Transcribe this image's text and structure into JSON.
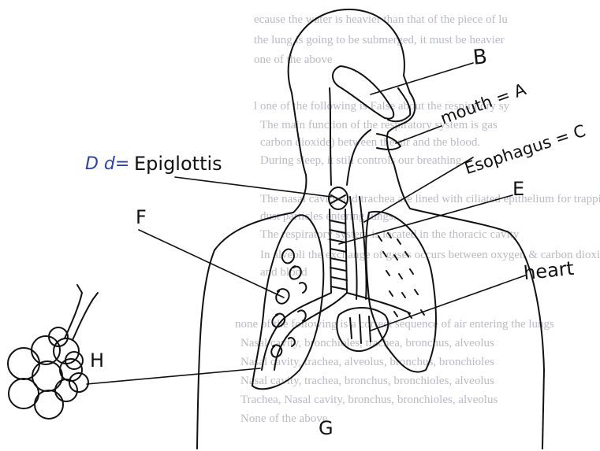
{
  "background_text": [
    "ecause the water is heavier than that of the piece of lu",
    "the lung is going to be submerged, it must be heavier",
    "one of the above",
    "l one of the following is False about the respiratory sy",
    "The main function of the respiratory system is gas",
    "carbon dioxide) between the air and the blood.",
    "During sleep, it still controls our breathing",
    "The nasal cavity and trachea are lined with ciliated epithelium for trapping",
    "dust particles entering lungs.",
    "The respiratory system is located in the thoracic cavity",
    "In alveoli the exchange of gases occurs between oxygen & carbon dioxide",
    "and blood",
    "none of the following is a correct sequence of air entering the lungs",
    "Nasal cavity, bronchioles, trachea, bronchus, alveolus",
    "Nasal cavity, trachea, alveolus, bronchus, bronchioles",
    "Nasal cavity, trachea, bronchus, bronchioles, alveolus",
    "Trachea, Nasal cavity, bronchus, bronchioles, alveolus",
    "None of the above"
  ],
  "labels": {
    "b": "B",
    "mouth": "mouth = A",
    "esophagus": "Esophagus = C",
    "d_prefix": "D d=",
    "epiglottis": "Epiglottis",
    "e": "E",
    "f": "F",
    "heart": "heart",
    "h": "H",
    "g": "G"
  },
  "colors": {
    "ink": "#111111",
    "blue_ink": "#2b3fb5",
    "print": "#b9bbc2"
  }
}
